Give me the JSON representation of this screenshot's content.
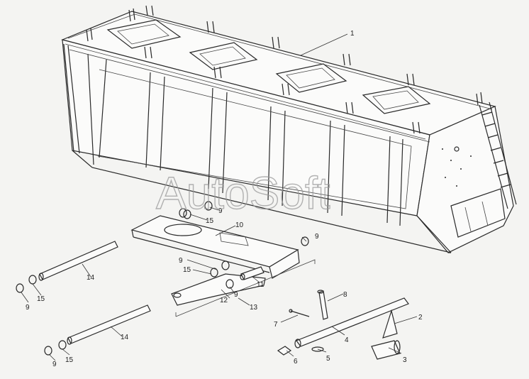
{
  "watermark": "AutoSoft",
  "callouts": [
    {
      "id": "c1",
      "text": "1"
    },
    {
      "id": "c2",
      "text": "2"
    },
    {
      "id": "c3",
      "text": "3"
    },
    {
      "id": "c4",
      "text": "4"
    },
    {
      "id": "c5",
      "text": "5"
    },
    {
      "id": "c6",
      "text": "6"
    },
    {
      "id": "c7",
      "text": "7"
    },
    {
      "id": "c8",
      "text": "8"
    },
    {
      "id": "c9a",
      "text": "9"
    },
    {
      "id": "c9b",
      "text": "9"
    },
    {
      "id": "c9c",
      "text": "9"
    },
    {
      "id": "c9d",
      "text": "9"
    },
    {
      "id": "c9e",
      "text": "9"
    },
    {
      "id": "c9f",
      "text": "9"
    },
    {
      "id": "c10",
      "text": "10"
    },
    {
      "id": "c11",
      "text": "11"
    },
    {
      "id": "c12",
      "text": "12"
    },
    {
      "id": "c13",
      "text": "13"
    },
    {
      "id": "c14a",
      "text": "14"
    },
    {
      "id": "c14b",
      "text": "14"
    },
    {
      "id": "c15a",
      "text": "15"
    },
    {
      "id": "c15b",
      "text": "15"
    },
    {
      "id": "c15c",
      "text": "15"
    },
    {
      "id": "c15d",
      "text": "15"
    }
  ]
}
